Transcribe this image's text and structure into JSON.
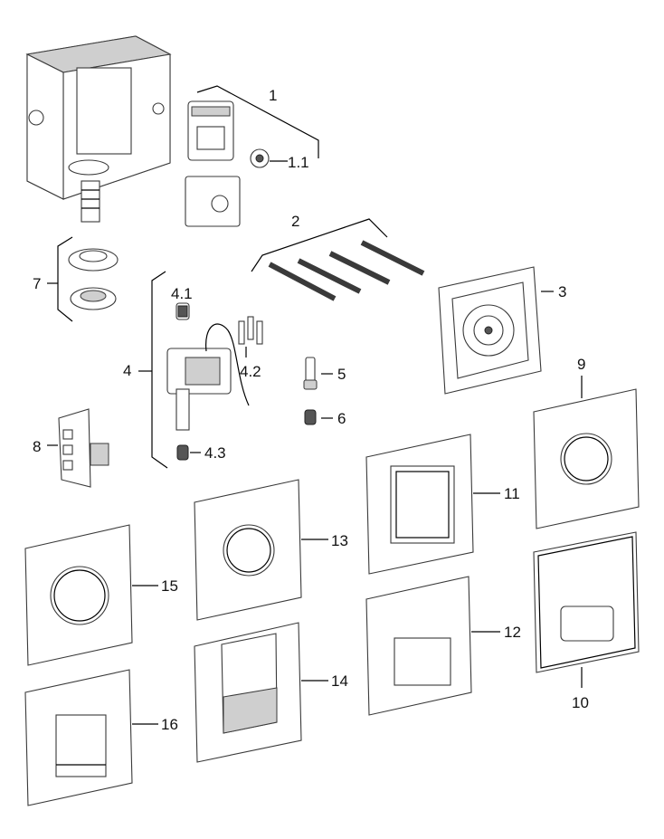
{
  "labels": {
    "l1": "1",
    "l1_1": "1.1",
    "l2": "2",
    "l3": "3",
    "l4": "4",
    "l4_1": "4.1",
    "l4_2": "4.2",
    "l4_3": "4.3",
    "l5": "5",
    "l6": "6",
    "l7": "7",
    "l8": "8",
    "l9": "9",
    "l10": "10",
    "l11": "11",
    "l12": "12",
    "l13": "13",
    "l14": "14",
    "l15": "15",
    "l16": "16"
  }
}
